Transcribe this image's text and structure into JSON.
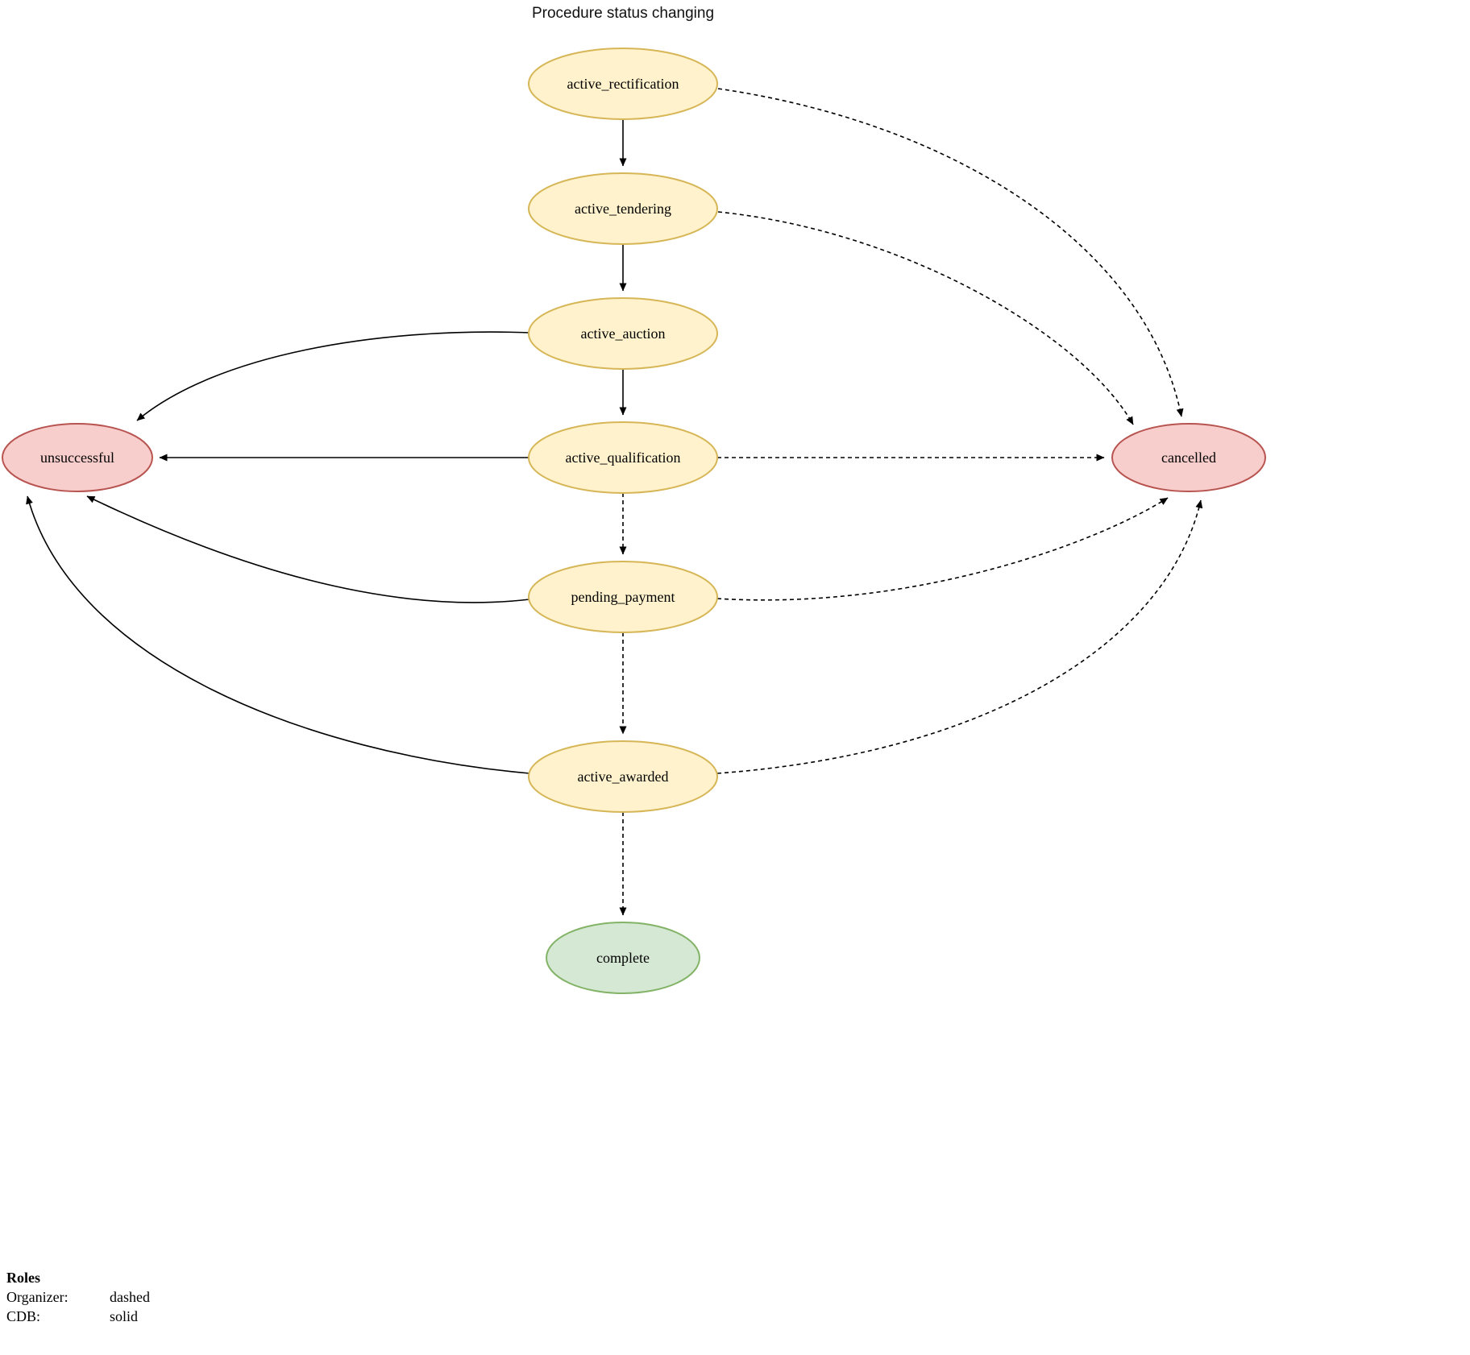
{
  "title": "Procedure status changing",
  "colors": {
    "active_fill": "#FFF2CC",
    "active_stroke": "#D6B656",
    "fail_fill": "#F8CECC",
    "fail_stroke": "#B85450",
    "success_fill": "#D5E8D4",
    "success_stroke": "#82B366",
    "edge": "#000000"
  },
  "nodes": [
    {
      "id": "active_rectification",
      "label": "active_rectification",
      "kind": "active"
    },
    {
      "id": "active_tendering",
      "label": "active_tendering",
      "kind": "active"
    },
    {
      "id": "active_auction",
      "label": "active_auction",
      "kind": "active"
    },
    {
      "id": "active_qualification",
      "label": "active_qualification",
      "kind": "active"
    },
    {
      "id": "pending_payment",
      "label": "pending_payment",
      "kind": "active"
    },
    {
      "id": "active_awarded",
      "label": "active_awarded",
      "kind": "active"
    },
    {
      "id": "complete",
      "label": "complete",
      "kind": "success"
    },
    {
      "id": "unsuccessful",
      "label": "unsuccessful",
      "kind": "fail"
    },
    {
      "id": "cancelled",
      "label": "cancelled",
      "kind": "fail"
    }
  ],
  "edges": [
    {
      "from": "active_rectification",
      "to": "active_tendering",
      "style": "solid"
    },
    {
      "from": "active_tendering",
      "to": "active_auction",
      "style": "solid"
    },
    {
      "from": "active_auction",
      "to": "active_qualification",
      "style": "solid"
    },
    {
      "from": "active_qualification",
      "to": "pending_payment",
      "style": "dashed"
    },
    {
      "from": "pending_payment",
      "to": "active_awarded",
      "style": "dashed"
    },
    {
      "from": "active_awarded",
      "to": "complete",
      "style": "dashed"
    },
    {
      "from": "active_auction",
      "to": "unsuccessful",
      "style": "solid"
    },
    {
      "from": "active_qualification",
      "to": "unsuccessful",
      "style": "solid"
    },
    {
      "from": "pending_payment",
      "to": "unsuccessful",
      "style": "solid"
    },
    {
      "from": "active_awarded",
      "to": "unsuccessful",
      "style": "solid"
    },
    {
      "from": "active_rectification",
      "to": "cancelled",
      "style": "dashed"
    },
    {
      "from": "active_tendering",
      "to": "cancelled",
      "style": "dashed"
    },
    {
      "from": "active_qualification",
      "to": "cancelled",
      "style": "dashed"
    },
    {
      "from": "pending_payment",
      "to": "cancelled",
      "style": "dashed"
    },
    {
      "from": "active_awarded",
      "to": "cancelled",
      "style": "dashed"
    }
  ],
  "legend": {
    "heading": "Roles",
    "rows": [
      {
        "role": "Organizer:",
        "style": "dashed"
      },
      {
        "role": "CDB:",
        "style": "solid"
      }
    ]
  }
}
